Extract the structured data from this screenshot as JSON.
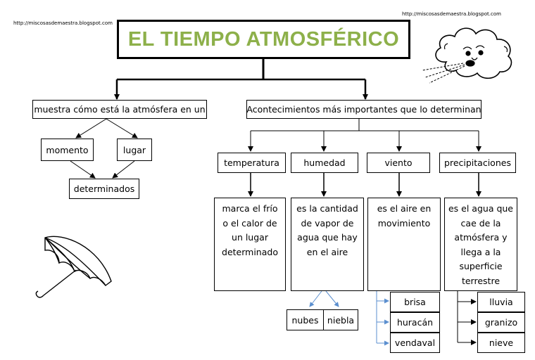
{
  "urls": {
    "left": "http://miscosasdemaestra.blogspot.com",
    "right": "http://miscosasdemaestra.blogspot.com"
  },
  "title": "EL TIEMPO ATMOSFÉRICO",
  "left_branch": {
    "head": "muestra cómo está la atmósfera en un",
    "item1": "momento",
    "item2": "lugar",
    "result": "determinados"
  },
  "right_branch": {
    "head": "Acontecimientos más importantes que lo determinan",
    "categories": [
      {
        "label": "temperatura",
        "description": "marca el frío o el calor de un lugar determinado"
      },
      {
        "label": "humedad",
        "description": "es la cantidad de vapor de agua que hay en el aire"
      },
      {
        "label": "viento",
        "description": "es el aire en movimiento"
      },
      {
        "label": "precipitaciones",
        "description": "es el agua que cae de la atmósfera y llega a la superficie terrestre"
      }
    ],
    "humedad_types": [
      "nubes",
      "niebla"
    ],
    "viento_types": [
      "brisa",
      "huracán",
      "vendaval"
    ],
    "precipitaciones_types": [
      "lluvia",
      "granizo",
      "nieve"
    ]
  },
  "colors": {
    "title": "#8db04a",
    "connector_blue": "#5b8fcf"
  },
  "illustrations": [
    "wind-cloud-icon",
    "umbrella-icon"
  ]
}
